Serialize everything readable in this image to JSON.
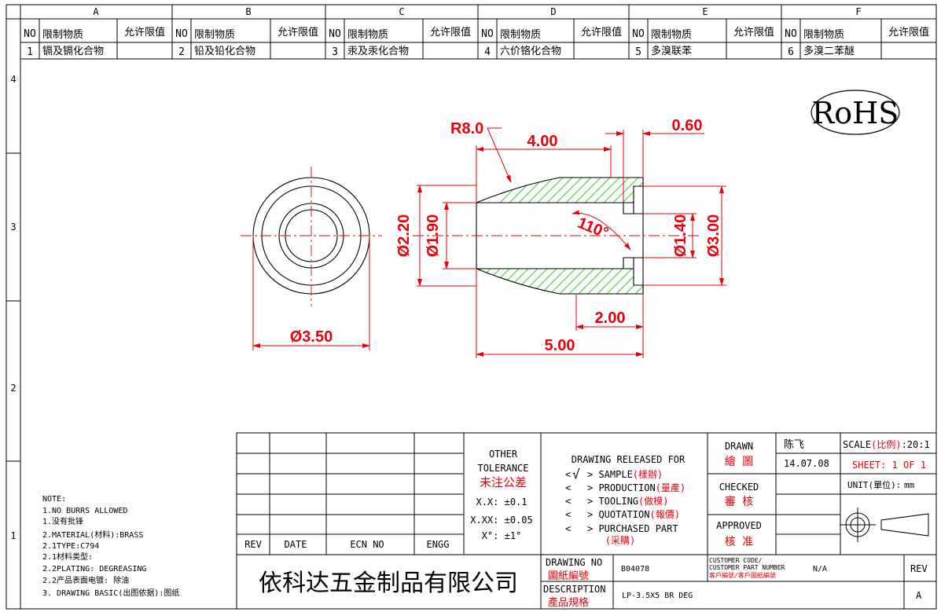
{
  "colors": {
    "line": "#000000",
    "dimension": "#e8000b",
    "hatch": "#19c80f",
    "background": "#ffffff"
  },
  "zones": {
    "columns": [
      "A",
      "B",
      "C",
      "D",
      "E",
      "F"
    ],
    "rows": [
      "4",
      "3",
      "2",
      "1"
    ]
  },
  "restricted_table": {
    "header": {
      "no": "NO",
      "substance": "限制物质",
      "limit": "允许限值"
    },
    "items": [
      {
        "no": "1",
        "substance": "镉及镉化合物"
      },
      {
        "no": "2",
        "substance": "铅及铅化合物"
      },
      {
        "no": "3",
        "substance": "汞及汞化合物"
      },
      {
        "no": "4",
        "substance": "六价铬化合物"
      },
      {
        "no": "5",
        "substance": "多溴联苯"
      },
      {
        "no": "6",
        "substance": "多溴二苯醚"
      }
    ]
  },
  "rohs": "RoHS",
  "dimensions": {
    "radius": "R8.0",
    "length_4": "4.00",
    "lip": "0.60",
    "angle": "110°",
    "d_220": "Ø2.20",
    "d_190": "Ø1.90",
    "d_140": "Ø1.40",
    "d_300": "Ø3.00",
    "d_350": "Ø3.50",
    "length_2": "2.00",
    "length_5": "5.00"
  },
  "notes": [
    "NOTE:",
    "1.NO BURRS ALLOWED",
    "1.没有批锋",
    "2.MATERIAL(材料):BRASS",
    "2.1TYPE:C794",
    "2.1材料类型:",
    "2.2PLATING: DEGREASING",
    "2.2产品表面电镀: 除油",
    "3. DRAWING BASIC(出图依据):图纸"
  ],
  "revision_table": {
    "rev": "REV",
    "date": "DATE",
    "ecn": "ECN NO",
    "engg": "ENGG"
  },
  "tolerance": {
    "title_1": "OTHER",
    "title_2": "TOLERANCE",
    "title_cn": "未注公差",
    "x_x": "X.X: ±0.1",
    "x_xx": "X.XX: ±0.05",
    "angle": "X°: ±1°"
  },
  "release": {
    "title": "DRAWING RELEASED FOR",
    "checked_mark": "√",
    "options": [
      {
        "en": "SAMPLE",
        "cn": "(樣辦)"
      },
      {
        "en": "PRODUCTION",
        "cn": "(量產)"
      },
      {
        "en": "TOOLING",
        "cn": "(做模)"
      },
      {
        "en": "QUOTATION",
        "cn": "(報價)"
      },
      {
        "en": "PURCHASED PART",
        "cn": "(采購)"
      }
    ]
  },
  "title_block": {
    "drawn_en": "DRAWN",
    "drawn_cn": "繪 圖",
    "drawn_by": "陈飞",
    "date": "14.07.08",
    "checked_en": "CHECKED",
    "checked_cn": "審 核",
    "approved_en": "APPROVED",
    "approved_cn": "核 准",
    "scale_en": "SCALE",
    "scale_cn": "(比例)",
    "scale_val": ":20:1",
    "sheet": "SHEET:  1 OF 1",
    "unit_label": "UNIT(單位):",
    "unit": "mm",
    "company": "依科达五金制品有限公司",
    "drawing_no_en": "DRAWING NO",
    "drawing_no_cn": "圖紙編號",
    "drawing_no": "B04078",
    "customer_code_1": "CUSTOMER CODE/",
    "customer_code_2": "CUSTOMER PART NUMBER",
    "customer_code_cn": "客戶編號/客戶圖紙編號",
    "customer_val": "N/A",
    "rev_label": "REV",
    "rev_val": "A",
    "description_en": "DESCRIPTION",
    "description_cn": "產品規格",
    "description": "LP-3.5X5 BR DEG"
  }
}
